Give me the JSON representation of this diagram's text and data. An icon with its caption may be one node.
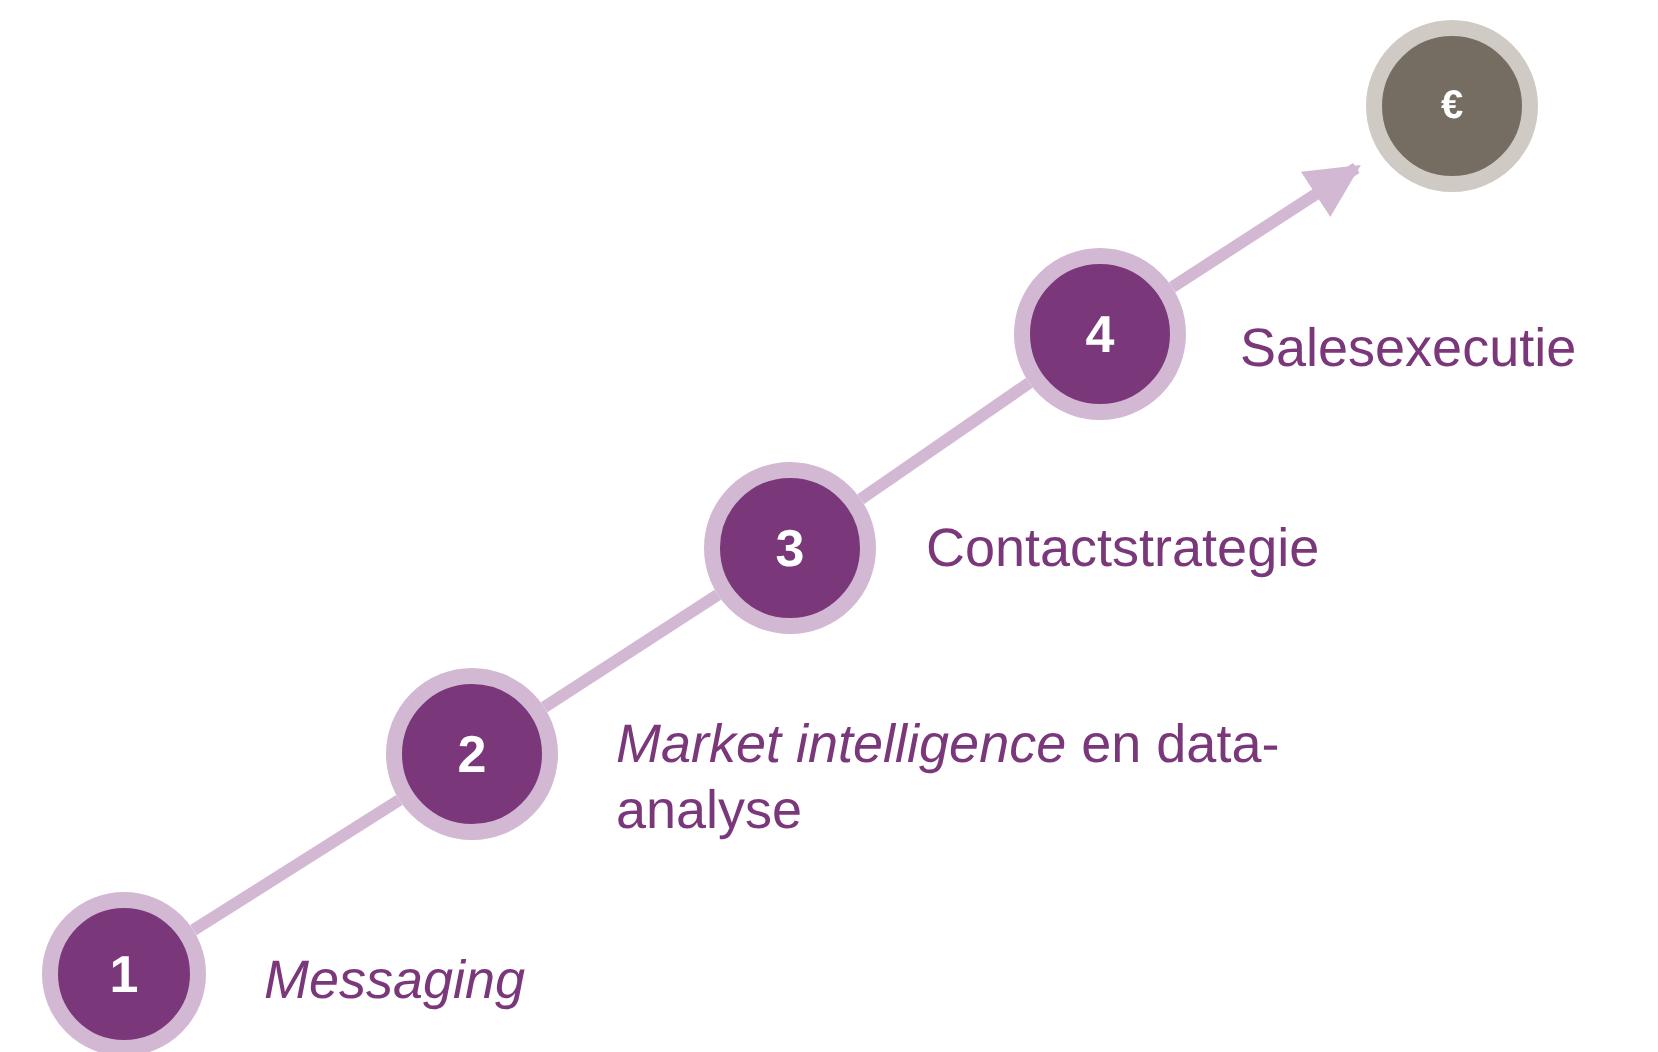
{
  "diagram": {
    "nodes": [
      {
        "text": [
          "1"
        ],
        "beside": [
          "Messaging"
        ]
      },
      {
        "text": [
          "2"
        ],
        "beside": [
          "*Market intelligence* en data-analyse"
        ]
      },
      {
        "text": [
          "3"
        ],
        "beside": [
          "Contactstrategie"
        ]
      },
      {
        "text": [
          "4"
        ],
        "beside": [
          "Salesexecutie"
        ]
      },
      {
        "text": [
          "€"
        ]
      }
    ],
    "edges": [
      {
        "from": 0,
        "to": 1,
        "arrow": "none"
      },
      {
        "from": 1,
        "to": 2,
        "arrow": "none"
      },
      {
        "from": 2,
        "to": 3,
        "arrow": "none"
      },
      {
        "from": 3,
        "to": 4,
        "arrow": "to"
      }
    ]
  }
}
